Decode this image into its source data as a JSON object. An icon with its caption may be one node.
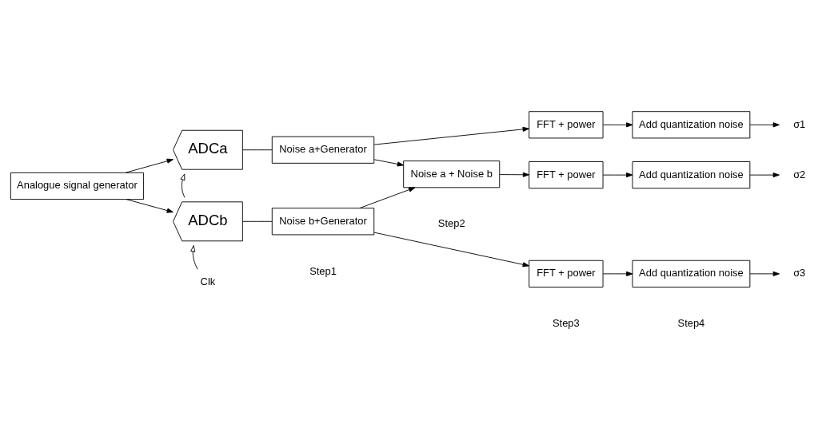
{
  "diagram": {
    "nodes": [
      {
        "text": [
          "Analogue signal generator"
        ]
      },
      {
        "text": [
          "ADCa"
        ]
      },
      {
        "text": [
          "ADCb"
        ]
      },
      {
        "text": [
          "Noise a+Generator"
        ]
      },
      {
        "text": [
          "Noise b+Generator"
        ]
      },
      {
        "text": [
          "Noise a + Noise b"
        ]
      },
      {
        "text": [
          "FFT + power"
        ]
      },
      {
        "text": [
          "FFT + power"
        ]
      },
      {
        "text": [
          "FFT + power"
        ]
      },
      {
        "text": [
          "Add quantization noise"
        ]
      },
      {
        "text": [
          "Add quantization noise"
        ]
      },
      {
        "text": [
          "Add quantization noise"
        ]
      },
      {
        "text": [
          "σ1"
        ]
      },
      {
        "text": [
          "σ2"
        ]
      },
      {
        "text": [
          "σ3"
        ]
      },
      {
        "text": [
          "Clk"
        ]
      }
    ],
    "edges": [
      {
        "from": 0,
        "to": 1,
        "arrow": "to"
      },
      {
        "from": 0,
        "to": 2,
        "arrow": "to"
      },
      {
        "from": 1,
        "to": 3,
        "arrow": "none"
      },
      {
        "from": 2,
        "to": 4,
        "arrow": "none"
      },
      {
        "from": 3,
        "to": 6,
        "arrow": "to"
      },
      {
        "from": 3,
        "to": 5,
        "arrow": "to"
      },
      {
        "from": 4,
        "to": 5,
        "arrow": "to"
      },
      {
        "from": 4,
        "to": 8,
        "arrow": "to"
      },
      {
        "from": 5,
        "to": 7,
        "arrow": "to"
      },
      {
        "from": 6,
        "to": 9,
        "arrow": "to"
      },
      {
        "from": 7,
        "to": 10,
        "arrow": "to"
      },
      {
        "from": 8,
        "to": 11,
        "arrow": "to"
      },
      {
        "from": 9,
        "to": 12,
        "arrow": "to"
      },
      {
        "from": 10,
        "to": 13,
        "arrow": "to"
      },
      {
        "from": 11,
        "to": 14,
        "arrow": "to"
      },
      {
        "from": 15,
        "to": 2,
        "arrow": "to"
      },
      {
        "from": 2,
        "to": 1,
        "arrow": "to"
      }
    ],
    "labels": [
      "Step1",
      "Step2",
      "Step3",
      "Step4"
    ]
  }
}
